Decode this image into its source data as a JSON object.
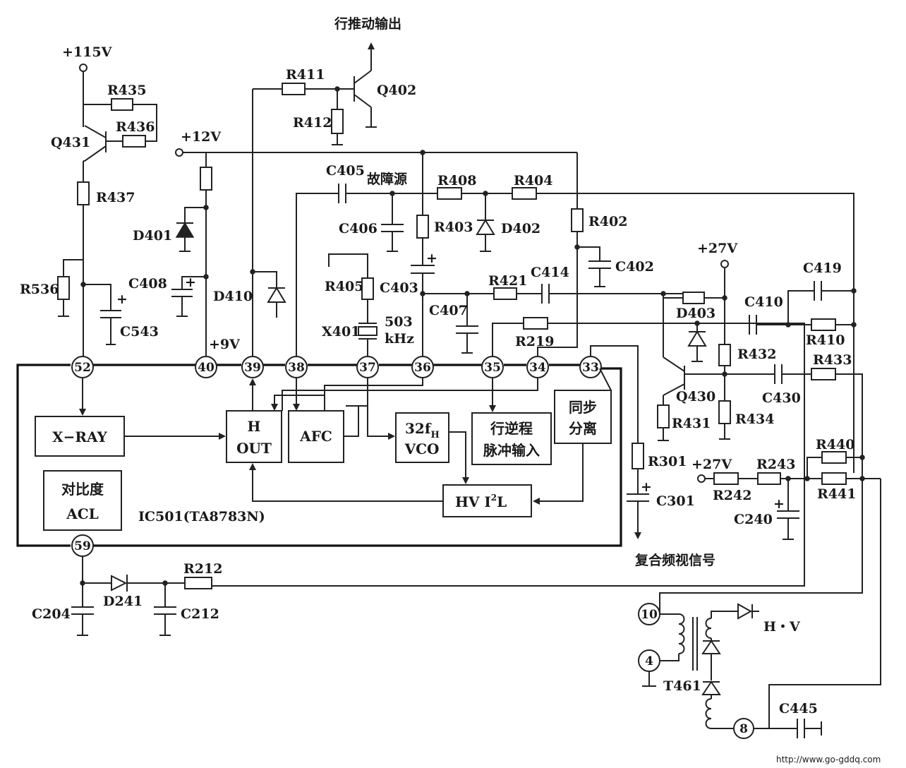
{
  "title": "行推动输出",
  "ic": {
    "name": "IC501(TA8783N)"
  },
  "watermark": "http://www.go-gddq.com",
  "rails": {
    "v115": "+115V",
    "v12": "+12V",
    "v9": "+9V",
    "v27a": "+27V",
    "v27b": "+27V"
  },
  "notes": {
    "fault_source": "故障源",
    "composite_video": "复合频视信号",
    "hv_out": "H・V"
  },
  "blocks": {
    "xray": "X−RAY",
    "hout1": "H",
    "hout2": "OUT",
    "afc": "AFC",
    "vco1": "32f",
    "vco_sub": "H",
    "vco2": "VCO",
    "flyback1": "行逆程",
    "flyback2": "脉冲输入",
    "sync1": "同步",
    "sync2": "分离",
    "hv": "HV",
    "hvi": "I",
    "hvsup": "2",
    "hvl": "L",
    "acl1": "对比度",
    "acl2": "ACL"
  },
  "pins": [
    "52",
    "40",
    "39",
    "38",
    "37",
    "36",
    "35",
    "34",
    "33",
    "59"
  ],
  "transformer_pins": [
    "10",
    "4",
    "8"
  ],
  "components": {
    "R435": "R435",
    "R436": "R436",
    "Q431": "Q431",
    "R437": "R437",
    "R536": "R536",
    "C543": "C543",
    "D401": "D401",
    "C408": "C408",
    "D410": "D410",
    "R411": "R411",
    "R412": "R412",
    "Q402": "Q402",
    "C405": "C405",
    "C406": "C406",
    "R408": "R408",
    "R404": "R404",
    "R403": "R403",
    "D402": "D402",
    "R402": "R402",
    "C402": "C402",
    "R405": "R405",
    "C403": "C403",
    "X401": "X401",
    "xfreq1": "503",
    "xfreq2": "kHz",
    "C407": "C407",
    "R421": "R421",
    "C414": "C414",
    "R219": "R219",
    "D403": "D403",
    "C410": "C410",
    "C419": "C419",
    "R410": "R410",
    "R432": "R432",
    "R433": "R433",
    "C430": "C430",
    "Q430": "Q430",
    "R431": "R431",
    "R434": "R434",
    "R440": "R440",
    "R243": "R243",
    "R242": "R242",
    "R441": "R441",
    "C240": "C240",
    "R301": "R301",
    "C301": "C301",
    "D241": "D241",
    "R212": "R212",
    "C204": "C204",
    "C212": "C212",
    "T461": "T461",
    "C445": "C445"
  }
}
